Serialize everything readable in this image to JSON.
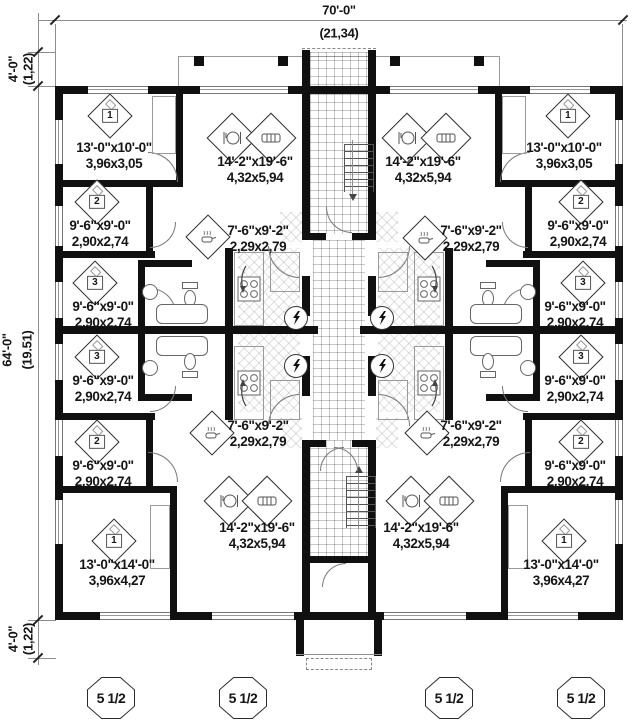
{
  "dimensions": {
    "top_width": {
      "imperial": "70'-0\"",
      "metric": "(21,34)"
    },
    "left_top": {
      "imperial": "4'-0\"",
      "metric": "(1,22)"
    },
    "left_middle": {
      "imperial": "64'-0\"",
      "metric": "(19.51)"
    },
    "left_bottom": {
      "imperial": "4'-0\"",
      "metric": "(1,22)"
    }
  },
  "rooms": [
    {
      "marker": "1",
      "imperial": "13'-0\"x10'-0\"",
      "metric": "3,96x3,05"
    },
    {
      "marker": "2",
      "imperial": "9'-6\"x9'-0\"",
      "metric": "2,90x2,74"
    },
    {
      "marker": "3",
      "imperial": "9'-6\"x9'-0\"",
      "metric": "2,90x2,74"
    },
    {
      "marker": "3",
      "imperial": "9'-6\"x9'-0\"",
      "metric": "2,90x2,74"
    },
    {
      "marker": "2",
      "imperial": "9'-6\"x9'-0\"",
      "metric": "2,90x2,74"
    },
    {
      "marker": "1",
      "imperial": "13'-0\"x14'-0\"",
      "metric": "3,96x4,27"
    },
    {
      "marker": "1",
      "imperial": "13'-0\"x10'-0\"",
      "metric": "3,96x3,05"
    },
    {
      "marker": "2",
      "imperial": "9'-6\"x9'-0\"",
      "metric": "2,90x2,74"
    },
    {
      "marker": "3",
      "imperial": "9'-6\"x9'-0\"",
      "metric": "2,90x2,74"
    },
    {
      "marker": "3",
      "imperial": "9'-6\"x9'-0\"",
      "metric": "2,90x2,74"
    },
    {
      "marker": "2",
      "imperial": "9'-6\"x9'-0\"",
      "metric": "2,90x2,74"
    },
    {
      "marker": "1",
      "imperial": "13'-0\"x14'-0\"",
      "metric": "3,96x4,27"
    },
    {
      "imperial": "14'-2\"x19'-6\"",
      "metric": "4,32x5,94"
    },
    {
      "imperial": "7'-6\"x9'-2\"",
      "metric": "2,29x2,79"
    },
    {
      "imperial": "7'-6\"x9'-2\"",
      "metric": "2,29x2,79"
    },
    {
      "imperial": "14'-2\"x19'-6\"",
      "metric": "4,32x5,94"
    },
    {
      "imperial": "14'-2\"x19'-6\"",
      "metric": "4,32x5,94"
    },
    {
      "imperial": "7'-6\"x9'-2\"",
      "metric": "2,29x2,79"
    },
    {
      "imperial": "7'-6\"x9'-2\"",
      "metric": "2,29x2,79"
    },
    {
      "imperial": "14'-2\"x19'-6\"",
      "metric": "4,32x5,94"
    }
  ],
  "badges": [
    {
      "label": "5 1/2"
    },
    {
      "label": "5 1/2"
    },
    {
      "label": "5 1/2"
    },
    {
      "label": "5 1/2"
    }
  ],
  "colors": {
    "wall": "#101010",
    "thin_line": "#8d8d8d",
    "ink": "#151515"
  }
}
